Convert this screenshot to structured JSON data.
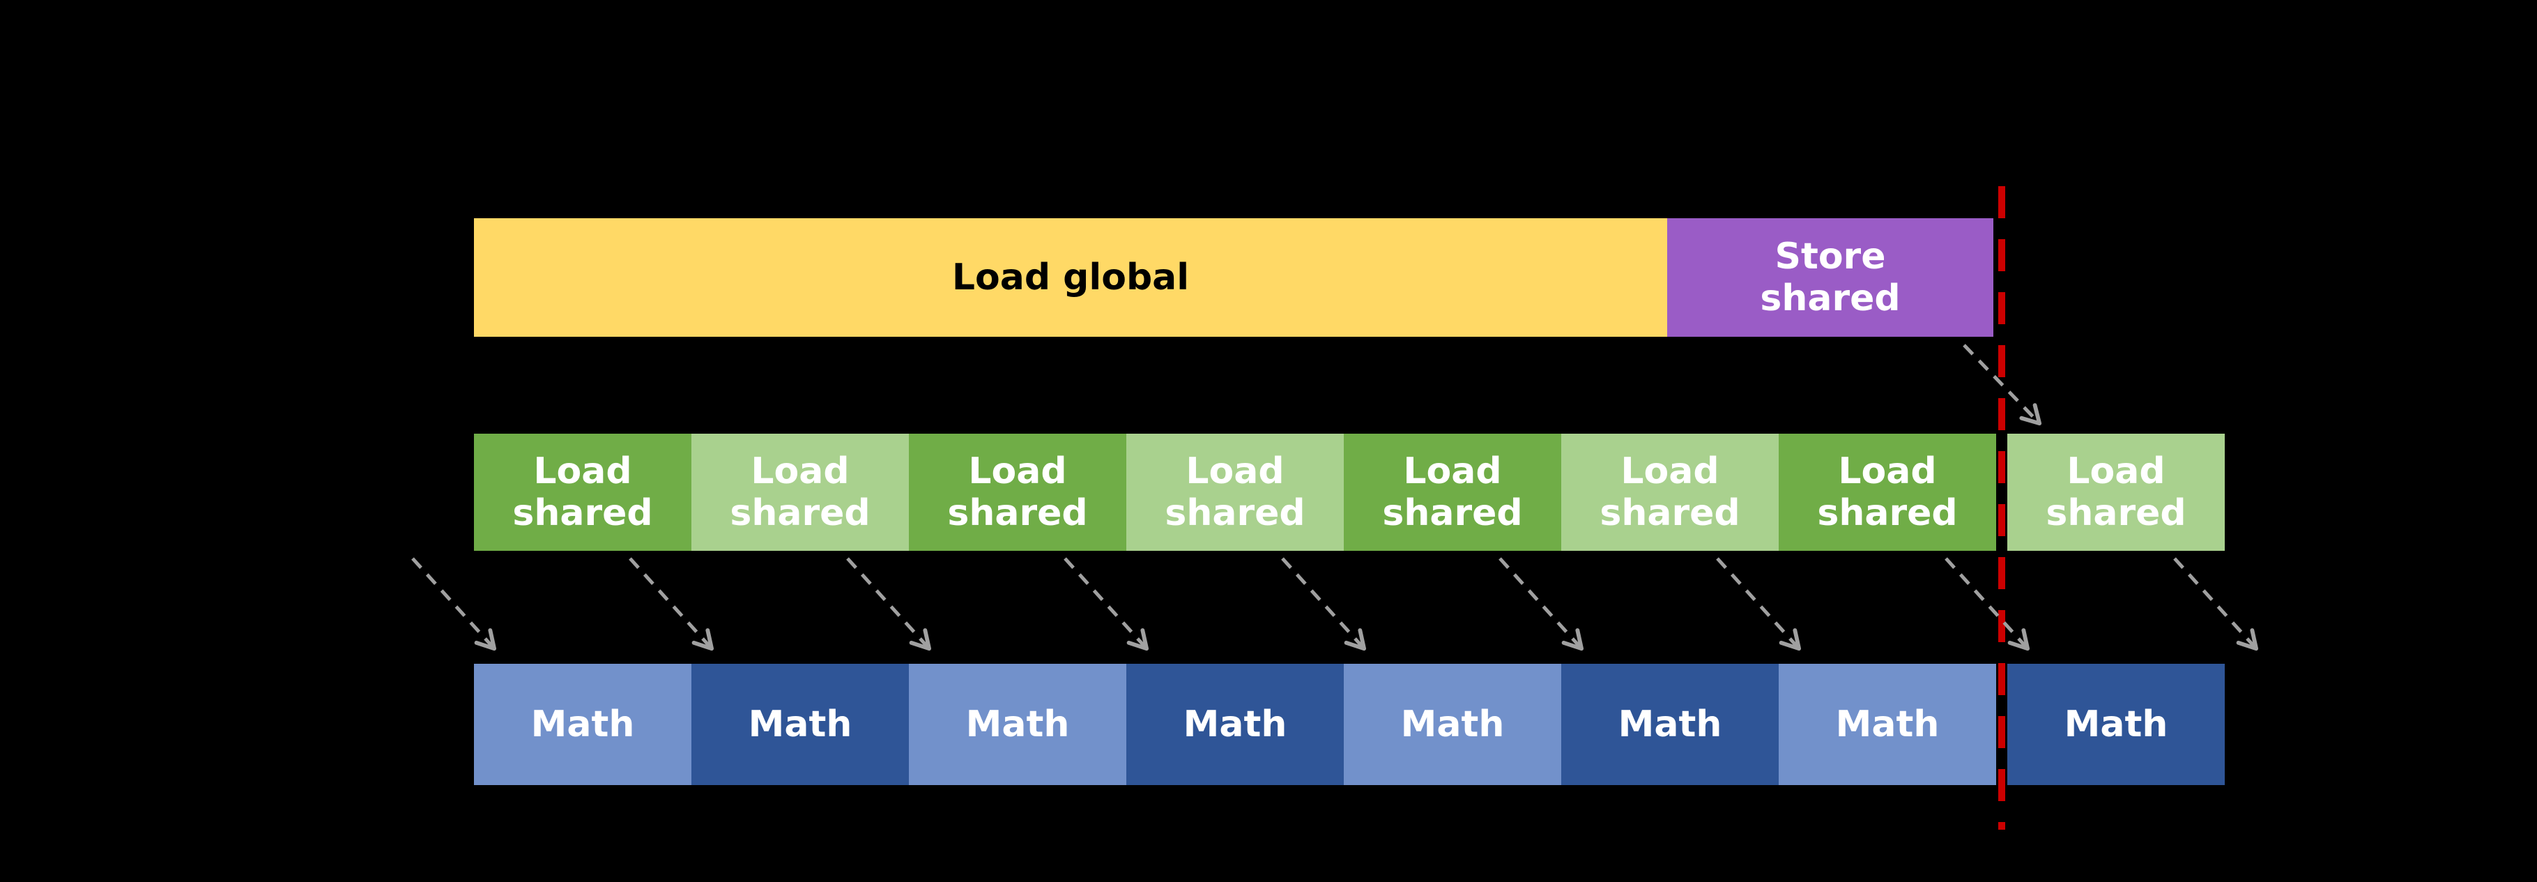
{
  "diagram": {
    "background": "#000000",
    "top_row": {
      "load_global_label": "Load global",
      "store_shared_label": "Store\nshared"
    },
    "load_shared_label": "Load\nshared",
    "math_label": "Math",
    "load_shared_boxes": [
      {
        "shade": "dark"
      },
      {
        "shade": "light"
      },
      {
        "shade": "dark"
      },
      {
        "shade": "light"
      },
      {
        "shade": "dark"
      },
      {
        "shade": "light"
      },
      {
        "shade": "dark"
      },
      {
        "shade": "light"
      }
    ],
    "math_boxes": [
      {
        "shade": "light"
      },
      {
        "shade": "dark"
      },
      {
        "shade": "light"
      },
      {
        "shade": "dark"
      },
      {
        "shade": "light"
      },
      {
        "shade": "dark"
      },
      {
        "shade": "light"
      },
      {
        "shade": "dark"
      }
    ],
    "colors": {
      "load_global": "#ffd966",
      "store_shared": "#9a5cc6",
      "load_shared_dark": "#70ad47",
      "load_shared_light": "#a9d18e",
      "math_light": "#7291cb",
      "math_dark": "#2f5597",
      "divider_line": "#cc0000",
      "arrow": "#a0a0a0",
      "load_global_text": "#000000",
      "box_text": "#ffffff"
    }
  }
}
